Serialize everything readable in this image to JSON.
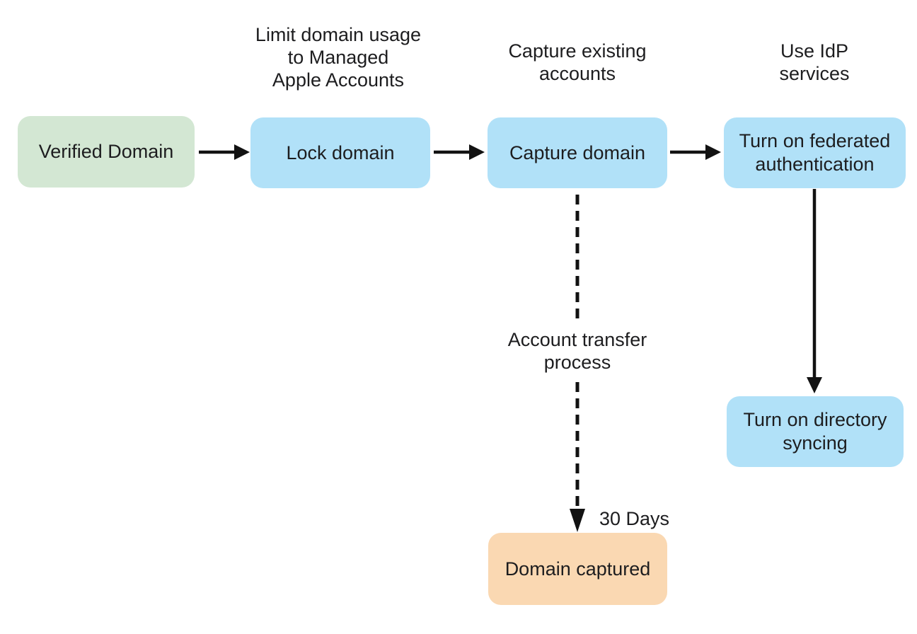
{
  "diagram": {
    "title": "Domain capture and federated authentication flow",
    "colors": {
      "background": "#ffffff",
      "green_node": "#d3e7d3",
      "blue_node": "#b1e1f8",
      "orange_node": "#fad8b2",
      "text": "#1d1d1f",
      "arrow": "#121212"
    },
    "nodes": {
      "verified_domain": {
        "label": "Verified Domain",
        "color": "#d3e7d3"
      },
      "lock_domain": {
        "label": "Lock domain",
        "color": "#b1e1f8"
      },
      "capture_domain": {
        "label": "Capture domain",
        "color": "#b1e1f8"
      },
      "federated_auth": {
        "label": "Turn on federated\nauthentication",
        "color": "#b1e1f8"
      },
      "directory_syncing": {
        "label": "Turn on directory\nsyncing",
        "color": "#b1e1f8"
      },
      "domain_captured": {
        "label": "Domain captured",
        "color": "#fad8b2"
      }
    },
    "annotations": {
      "limit_domain_usage": "Limit domain usage\nto Managed\nApple Accounts",
      "capture_existing": "Capture existing\naccounts",
      "use_idp": "Use IdP\nservices",
      "account_transfer": "Account transfer\nprocess",
      "thirty_days": "30 Days"
    },
    "edges": [
      {
        "from": "verified_domain",
        "to": "lock_domain",
        "style": "solid"
      },
      {
        "from": "lock_domain",
        "to": "capture_domain",
        "style": "solid"
      },
      {
        "from": "capture_domain",
        "to": "federated_auth",
        "style": "solid"
      },
      {
        "from": "federated_auth",
        "to": "directory_syncing",
        "style": "solid"
      },
      {
        "from": "capture_domain",
        "to": "domain_captured",
        "style": "dashed",
        "label": "Account transfer process / 30 Days"
      }
    ]
  }
}
